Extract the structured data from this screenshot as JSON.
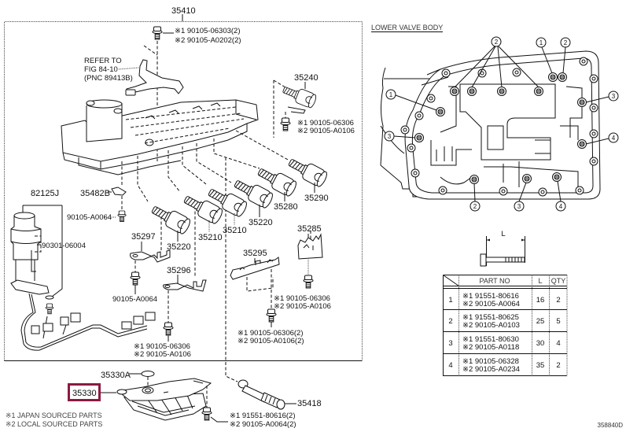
{
  "assembly_part_no": "35410",
  "section_title": "LOWER VALVE BODY",
  "figure_id": "358840D",
  "refer_note": {
    "line1": "REFER TO",
    "line2": "FIG 84-10",
    "line3": "(PNC 89413B)"
  },
  "parts": {
    "solenoid_35240": "35240",
    "solenoid_35290": "35290",
    "solenoid_35280": "35280",
    "solenoid_35220_upper": "35220",
    "solenoid_35210_upper": "35210",
    "solenoid_35210_lower": "35210",
    "solenoid_35220_lower": "35220",
    "wire_harness": "82125J",
    "harness_o_ring": "90301-06004",
    "clip": "35482B",
    "clip_bolt": "90105-A0064",
    "bracket_35297": "35297",
    "bracket_35297_bolt": "90105-A0064",
    "bracket_35296": "35296",
    "plate_35295": "35295",
    "plate_35285": "35285",
    "strainer_gasket": "35330A",
    "oil_strainer": "35330",
    "oil_tube": "35418"
  },
  "highlight_color": "#8b1a40",
  "fasteners": {
    "top_bolt": [
      "※1 90105-06303(2)",
      "※2 90105-A0202(2)"
    ],
    "solenoid_35240_bolt": [
      "※1 90105-06306",
      "※2 90105-A0106"
    ],
    "plate_35285_bolt": [
      "※1 90105-06306",
      "※2 90105-A0106"
    ],
    "plate_35295_bolt": [
      "※1 90105-06306(2)",
      "※2 90105-A0106(2)"
    ],
    "bracket_35296_bolt": [
      "※1 90105-06306",
      "※2 90105-A0106"
    ],
    "strainer_bolt": [
      "※1 91551-80616(2)",
      "※2 90105-A0064(2)"
    ]
  },
  "legend": [
    "※1 JAPAN SOURCED PARTS",
    "※2 LOCAL SOURCED PARTS"
  ],
  "lower_body_callouts": [
    "2",
    "1",
    "2",
    "1",
    "3",
    "3",
    "4",
    "2",
    "3",
    "4"
  ],
  "bolt_dimension_label": "L",
  "bolt_table": {
    "headers": [
      "",
      "PART NO",
      "L",
      "QTY"
    ],
    "rows": [
      {
        "ref": "1",
        "parts": [
          "※1 91551-80616",
          "※2 90105-A0064"
        ],
        "length": "16",
        "qty": "2"
      },
      {
        "ref": "2",
        "parts": [
          "※1 91551-80625",
          "※2 90105-A0103"
        ],
        "length": "25",
        "qty": "5"
      },
      {
        "ref": "3",
        "parts": [
          "※1 91551-80630",
          "※2 90105-A0118"
        ],
        "length": "30",
        "qty": "4"
      },
      {
        "ref": "4",
        "parts": [
          "※1 90105-06328",
          "※2 90105-A0234"
        ],
        "length": "35",
        "qty": "2"
      }
    ]
  }
}
